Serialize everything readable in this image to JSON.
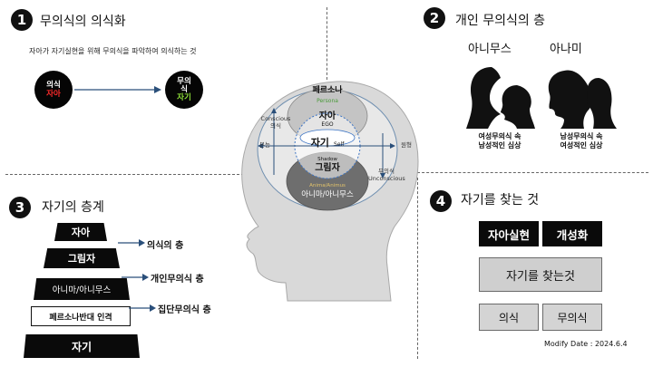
{
  "section1": {
    "number": "1",
    "title": "무의식의 의식화",
    "subtitle": "자아가 자기실현을 위해 무의식을 파악하여 의식하는 것",
    "left_circle": {
      "line1": "의식",
      "line2": "자아"
    },
    "right_circle": {
      "line1": "무의",
      "line2": "식",
      "line3": "자기"
    }
  },
  "section2": {
    "number": "2",
    "title": "개인 무의식의 층",
    "left_label": "아니무스",
    "right_label": "아나미",
    "left_caption": {
      "line1": "여성무의식 속",
      "line2": "남성적인 심상"
    },
    "right_caption": {
      "line1": "남성무의식 속",
      "line2": "여성적인 심상"
    }
  },
  "section3": {
    "number": "3",
    "title": "자기의 층계",
    "tiers": [
      "자아",
      "그림자",
      "아니마/아니무스",
      "페르소나반대 인격",
      "자기"
    ],
    "arrows": [
      "의식의 층",
      "개인무의식 층",
      "집단무의식 층"
    ]
  },
  "section4": {
    "number": "4",
    "title": "자기를 찾는 것",
    "box_self_realization": "자아실현",
    "box_individuation": "개성화",
    "box_finding_self": "자기를 찾는것",
    "box_conscious": "의식",
    "box_unconscious": "무의식"
  },
  "head": {
    "persona_kr": "페르소나",
    "persona_en": "Persona",
    "ego_kr": "자아",
    "ego_en": "EGO",
    "self_kr": "자기",
    "self_en": "Self",
    "shadow_en": "Shadow",
    "shadow_kr": "그림자",
    "anima_en": "Anima/Animus",
    "anima_kr": "아니마/아니무스",
    "conscious_en": "Conscious",
    "conscious_kr": "의식",
    "instinct": "본능",
    "archetype": "원형",
    "unconscious_kr": "무의식",
    "unconscious_en": "Unconscious"
  },
  "footer": {
    "modify_date": "Modify Date : 2024.6.4"
  }
}
